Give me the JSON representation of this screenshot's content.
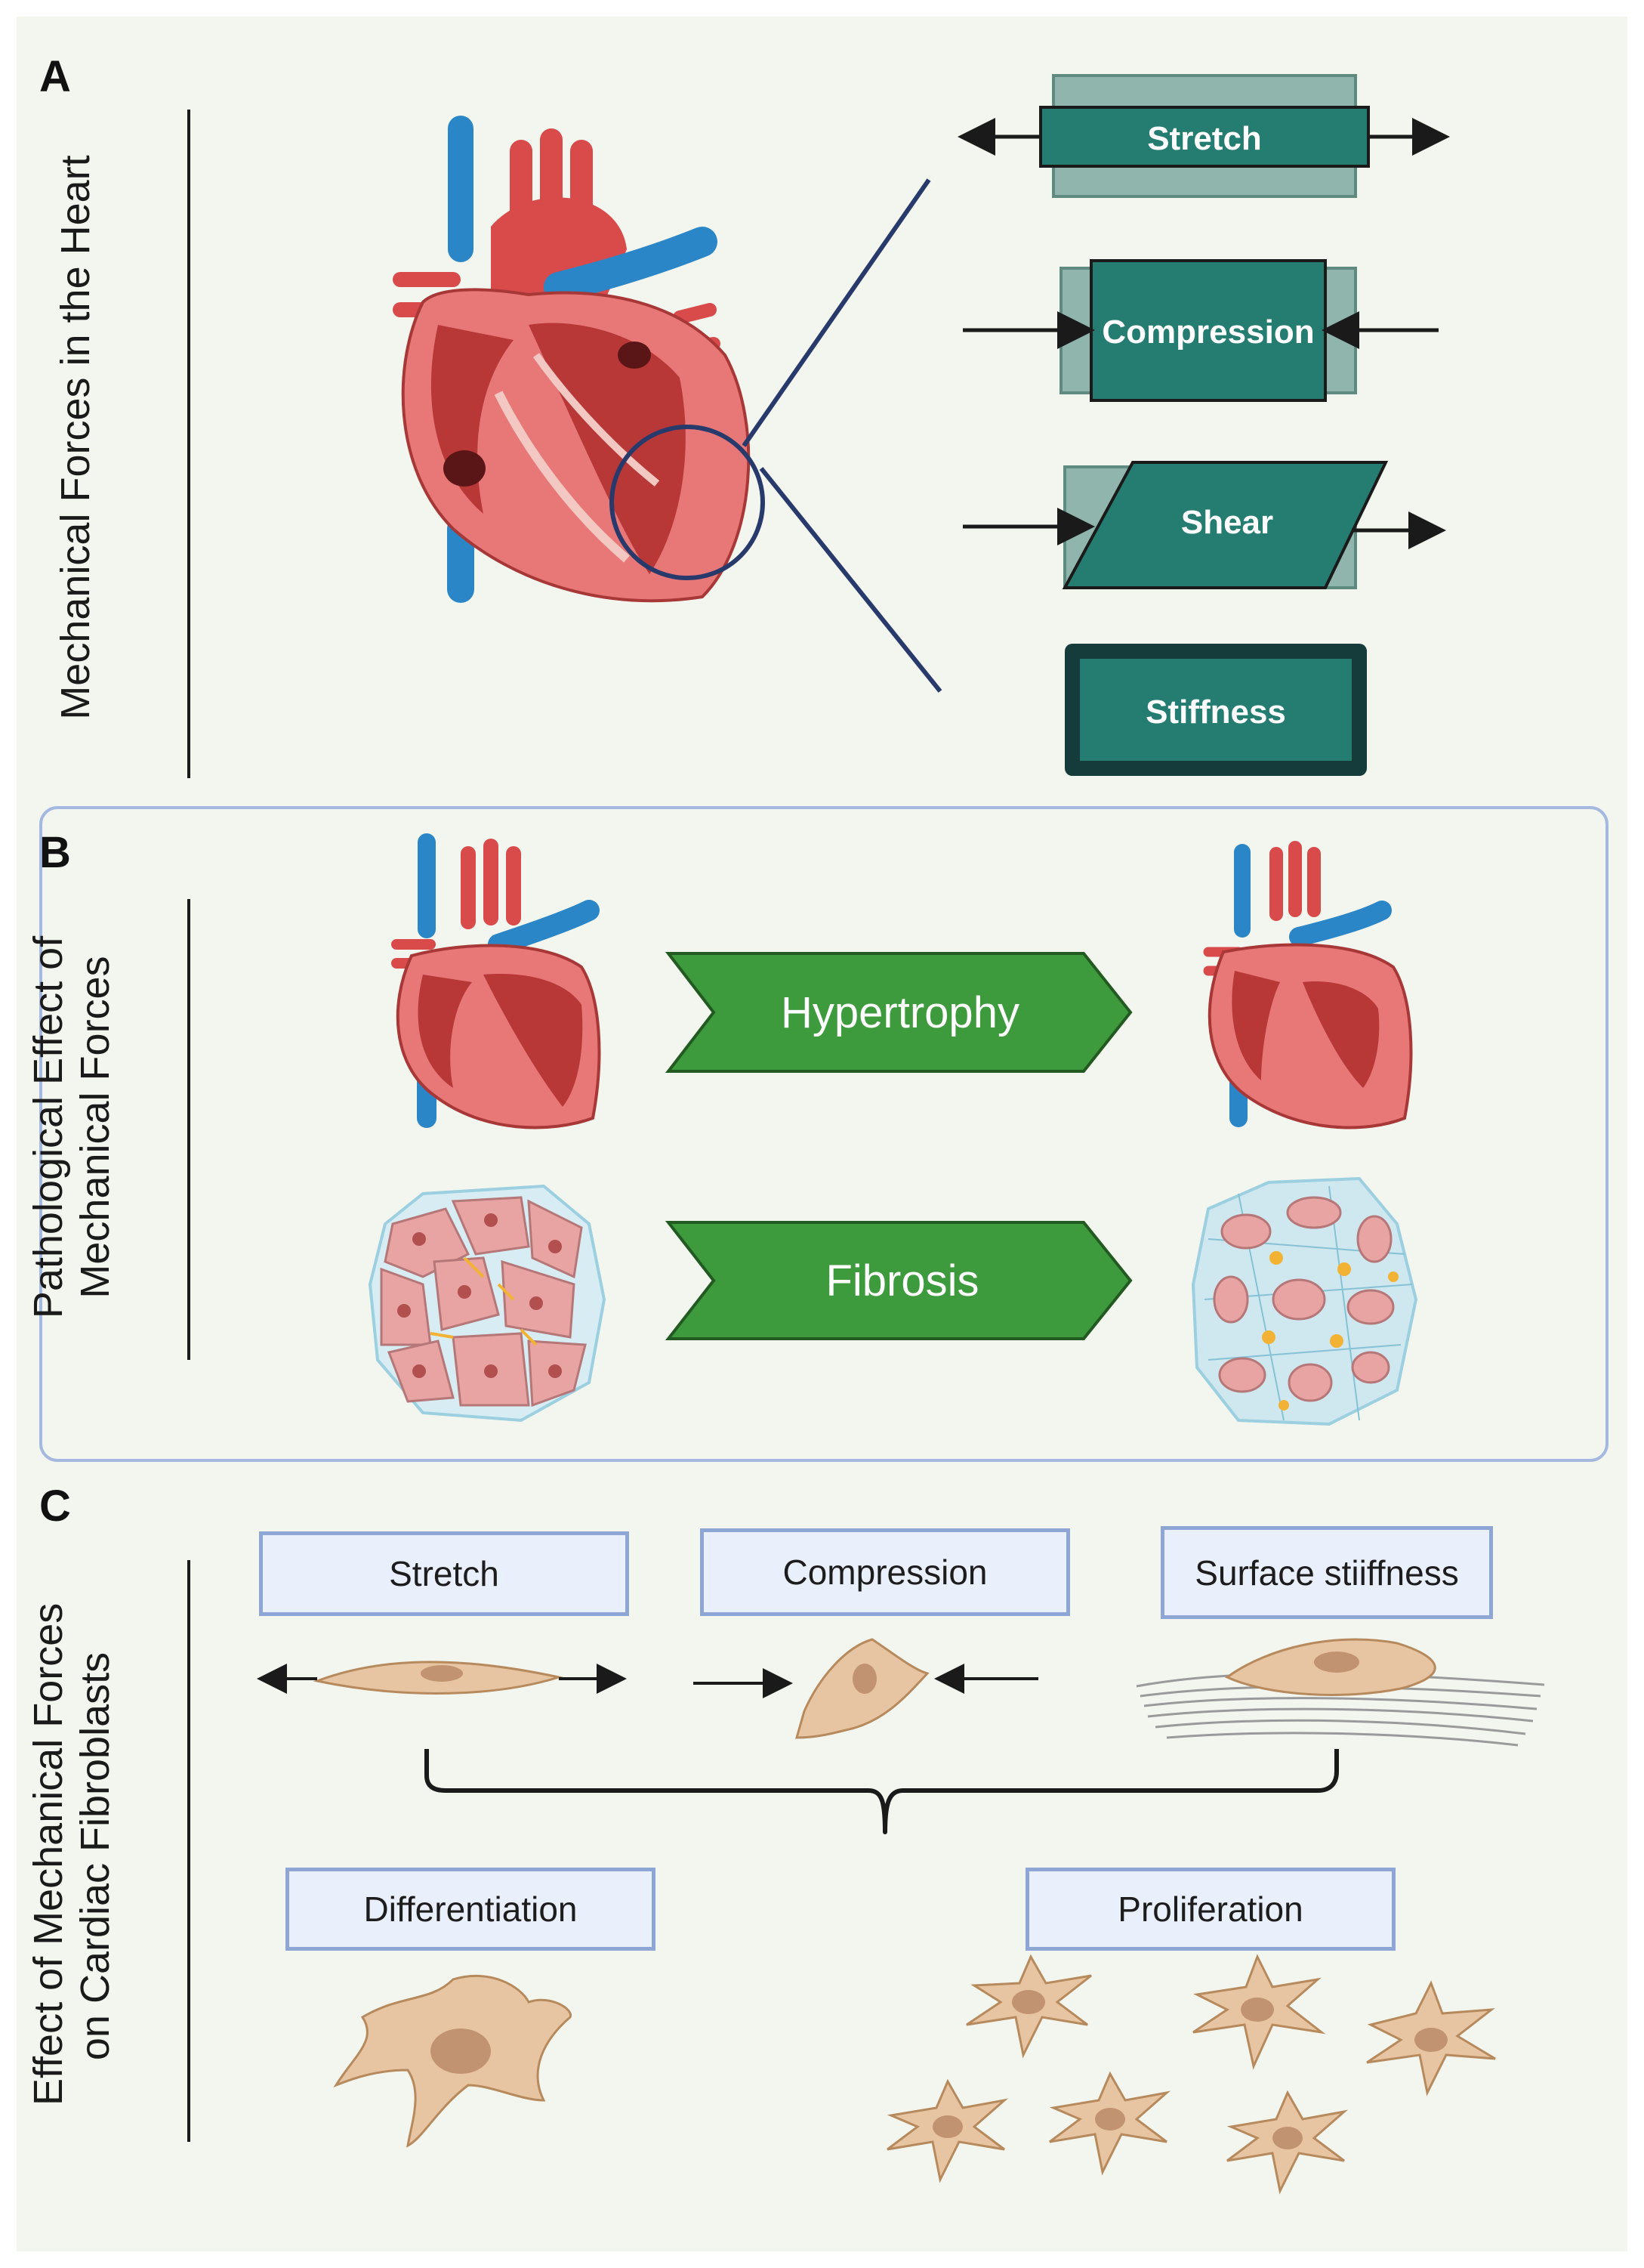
{
  "panels": {
    "a": {
      "letter": "A",
      "title": "Mechanical Forces in the Heart",
      "forces": [
        "Stretch",
        "Compression",
        "Shear",
        "Stiffness"
      ]
    },
    "b": {
      "letter": "B",
      "title_line1": "Pathological Effect of",
      "title_line2": "Mechanical Forces",
      "effects": [
        "Hypertrophy",
        "Fibrosis"
      ]
    },
    "c": {
      "letter": "C",
      "title_line1": "Effect of Mechanical Forces",
      "title_line2": "on Cardiac Fibroblasts",
      "stimuli": [
        "Stretch",
        "Compression",
        "Surface stiiffness"
      ],
      "outcomes": [
        "Differentiation",
        "Proliferation"
      ]
    }
  },
  "colors": {
    "background": "#f3f6ee",
    "force_teal": "#247d70",
    "force_teal_light": "#8fb5ac",
    "stiffness_dark": "#153c3a",
    "chevron_green": "#3d9a3d",
    "box_fill": "#eaf0fb",
    "box_border": "#8ea6d6",
    "heart_red": "#d94a4a",
    "vessel_blue": "#2a86c6",
    "fibroblast_tan": "#e8c5a2"
  }
}
